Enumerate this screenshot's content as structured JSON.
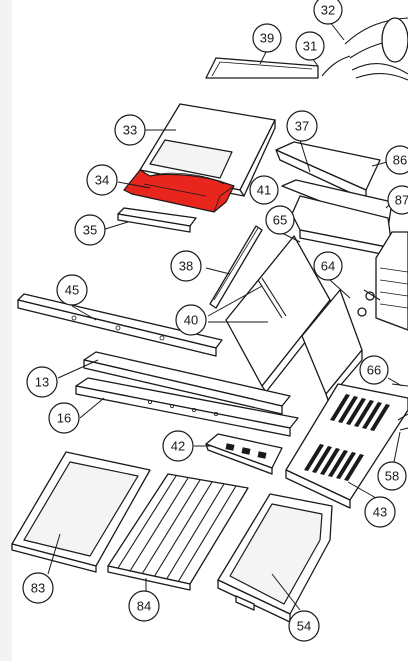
{
  "highlight_color": "#e8261e",
  "highlighted_part": "34",
  "callouts": [
    "32",
    "39",
    "31",
    "33",
    "37",
    "86",
    "34",
    "41",
    "87",
    "35",
    "65",
    "64",
    "38",
    "45",
    "40",
    "13",
    "66",
    "16",
    "42",
    "58",
    "43",
    "83",
    "84",
    "54"
  ]
}
